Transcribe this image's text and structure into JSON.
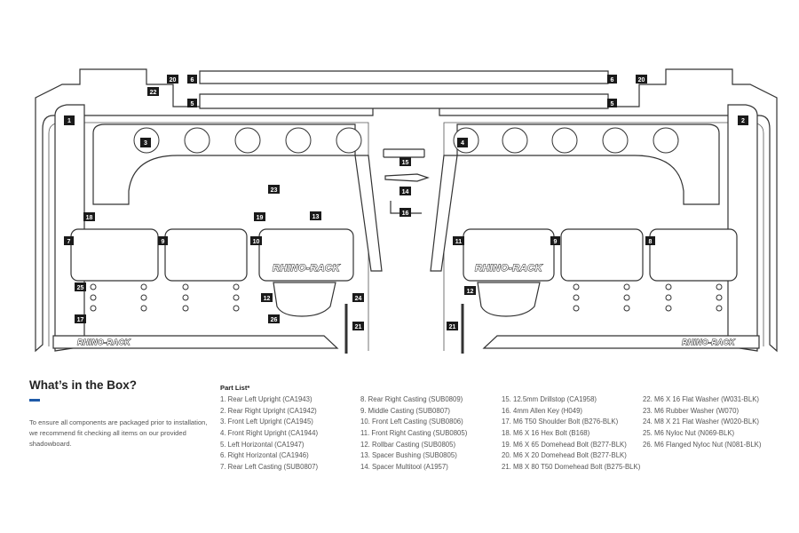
{
  "heading": "What’s in the Box?",
  "intro": "To ensure all components are packaged prior to installation, we recommend fit checking all items on our provided shadowboard.",
  "part_list_title": "Part List*",
  "brand": "RHINO-RACK",
  "parts": [
    "1. Rear Left Upright (CA1943)",
    "2. Rear Right Upright (CA1942)",
    "3. Front Left Upright (CA1945)",
    "4. Front Right Upright (CA1944)",
    "5. Left Horizontal (CA1947)",
    "6. Right Horizontal (CA1946)",
    "7. Rear Left Casting (SUB0807)",
    "8. Rear Right Casting (SUB0809)",
    "9. Middle Casting (SUB0807)",
    "10. Front Left Casting (SUB0806)",
    "11. Front Right Casting (SUB0805)",
    "12. Rollbar Casting (SUB0805)",
    "13. Spacer Bushing (SUB0805)",
    "14. Spacer Multitool (A1957)",
    "15. 12.5mm Drillstop (CA1958)",
    "16. 4mm Allen Key (H049)",
    "17. M6 T50 Shoulder Bolt (B276-BLK)",
    "18. M6 X 16 Hex Bolt (B168)",
    "19. M6 X 65 Domehead Bolt (B277-BLK)",
    "20. M6 X 20 Domehead Bolt (B277-BLK)",
    "21. M8 X 80 T50 Domehead Bolt (B275-BLK)",
    "22. M6 X 16 Flat Washer (W031-BLK)",
    "23. M6 Rubber Washer (W070)",
    "24. M8 X 21 Flat Washer (W020-BLK)",
    "25. M6 Nyloc Nut (N069-BLK)",
    "26. M6 Flanged Nyloc Nut (N081-BLK)"
  ],
  "labels": {
    "n1": "1",
    "n2": "2",
    "n3": "3",
    "n4": "4",
    "n5": "5",
    "n6": "6",
    "n7": "7",
    "n8": "8",
    "n9": "9",
    "n10": "10",
    "n11": "11",
    "n12": "12",
    "n13": "13",
    "n14": "14",
    "n15": "15",
    "n16": "16",
    "n17": "17",
    "n18": "18",
    "n19": "19",
    "n20": "20",
    "n21": "21",
    "n22": "22",
    "n23": "23",
    "n24": "24",
    "n25": "25",
    "n26": "26"
  }
}
